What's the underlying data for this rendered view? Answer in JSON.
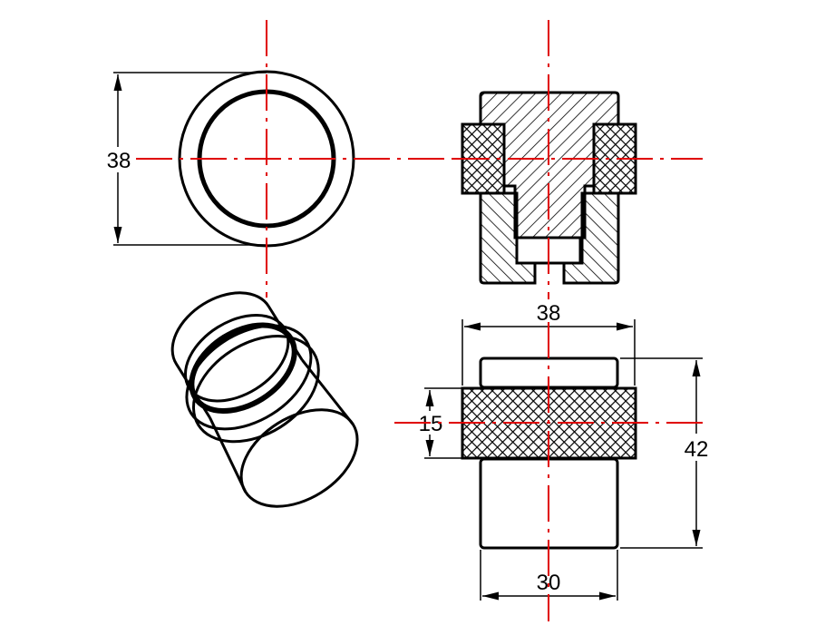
{
  "drawing": {
    "views": [
      "top-view",
      "section-view",
      "isometric-view",
      "front-view"
    ],
    "dimensions": {
      "top_diameter": "38",
      "front_knurl_diameter": "38",
      "knurl_height": "15",
      "total_height": "42",
      "body_diameter": "30"
    },
    "colors": {
      "outline": "#000000",
      "centerline": "#e00000"
    }
  }
}
